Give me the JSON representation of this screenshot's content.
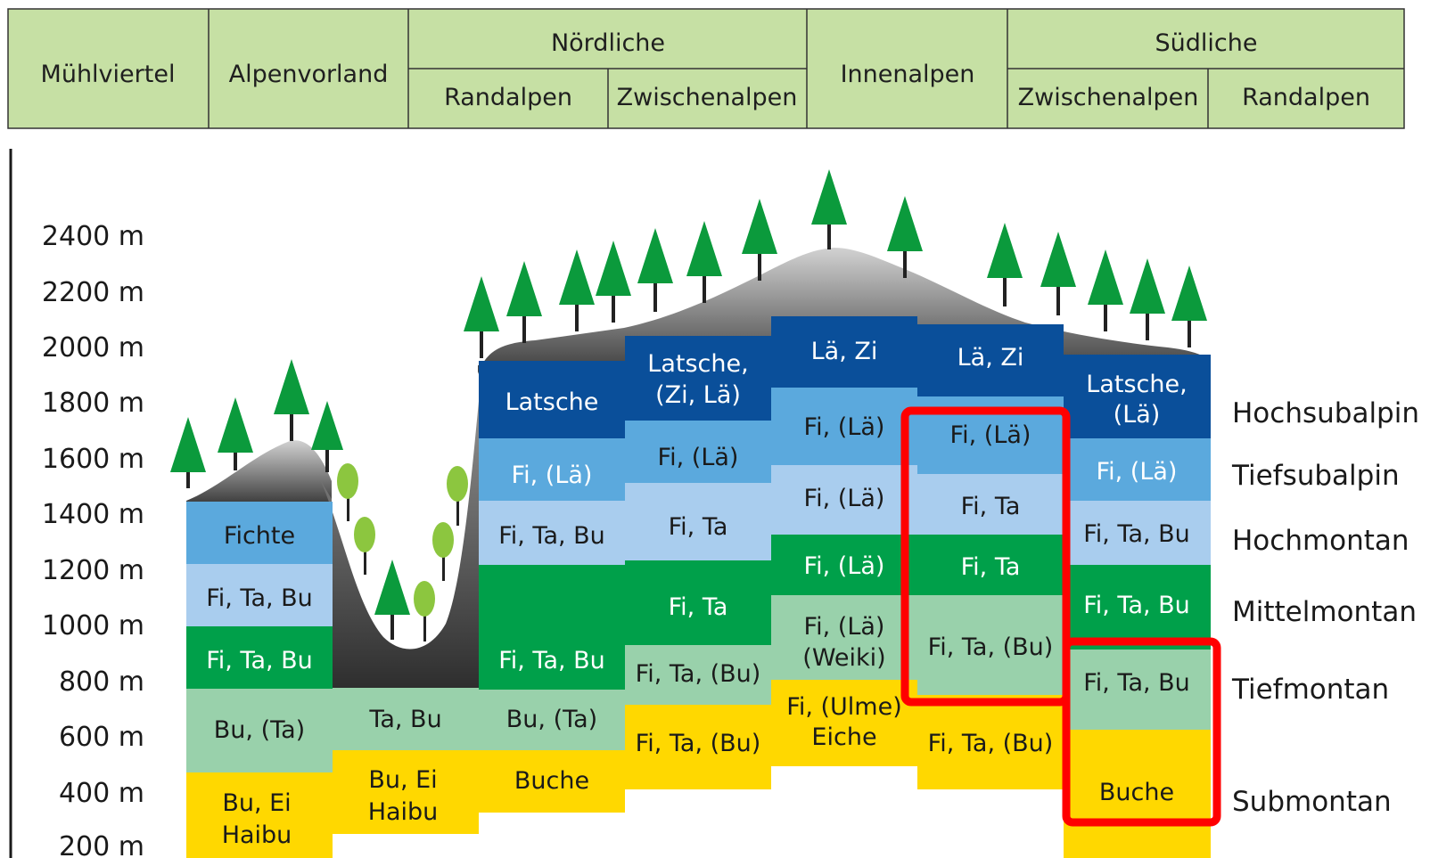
{
  "header": {
    "muehlviertel": "Mühlviertel",
    "alpenvorland": "Alpenvorland",
    "noerdliche": "Nördliche",
    "n_randalpen": "Randalpen",
    "n_zwischenalpen": "Zwischenalpen",
    "innenalpen": "Innenalpen",
    "suedliche": "Südliche",
    "s_zwischenalpen": "Zwischenalpen",
    "s_randalpen": "Randalpen"
  },
  "altitudes": [
    "2400 m",
    "2200 m",
    "2000 m",
    "1800 m",
    "1600 m",
    "1400 m",
    "1200 m",
    "1000 m",
    "800 m",
    "600 m",
    "400 m",
    "200 m"
  ],
  "zones": [
    "Hochsubalpin",
    "Tiefsubalpin",
    "Hochmontan",
    "Mittelmontan",
    "Tiefmontan",
    "Submontan"
  ],
  "columns": {
    "muehlviertel": {
      "fichte": "Fichte",
      "hochmontan": "Fi, Ta, Bu",
      "mittelmontan": "Fi, Ta, Bu",
      "tiefmontan": "Bu, (Ta)",
      "submontan": [
        "Bu, Ei",
        "Haibu"
      ]
    },
    "alpenvorland": {
      "tiefmontan": "Ta, Bu",
      "submontan": [
        "Bu, Ei",
        "Haibu"
      ]
    },
    "n_randalpen": {
      "hochsubalpin": "Latsche",
      "tiefsubalpin": "Fi, (Lä)",
      "hochmontan": "Fi, Ta, Bu",
      "mittelmontan": "Fi, Ta, Bu",
      "tiefmontan": "Bu, (Ta)",
      "submontan": "Buche"
    },
    "n_zwischenalpen": {
      "hochsubalpin": [
        "Latsche,",
        "(Zi, Lä)"
      ],
      "tiefsubalpin": "Fi, (Lä)",
      "hochmontan": "Fi, Ta",
      "mittelmontan": "Fi, Ta",
      "tiefmontan": "Fi, Ta, (Bu)",
      "submontan": "Fi, Ta, (Bu)"
    },
    "innenalpen": {
      "hochsubalpin": "Lä, Zi",
      "tiefsubalpin": "Fi, (Lä)",
      "hochmontan": "Fi, (Lä)",
      "mittelmontan": "Fi, (Lä)",
      "tiefmontan": [
        "Fi, (Lä)",
        "(Weiki)"
      ],
      "submontan": [
        "Fi, (Ulme)",
        "Eiche"
      ]
    },
    "s_zwischenalpen": {
      "hochsubalpin": "Lä, Zi",
      "tiefsubalpin": "Fi, (Lä)",
      "hochmontan": "Fi, Ta",
      "mittelmontan": "Fi, Ta",
      "tiefmontan": "Fi, Ta, (Bu)",
      "submontan": "Fi, Ta, (Bu)"
    },
    "s_randalpen": {
      "hochsubalpin": [
        "Latsche,",
        "(Lä)"
      ],
      "tiefsubalpin": "Fi, (Lä)",
      "hochmontan": "Fi, Ta, Bu",
      "mittelmontan": "Fi, Ta, Bu",
      "tiefmontan": "Fi, Ta, Bu",
      "submontan": "Buche"
    }
  },
  "colors": {
    "header_fill": "#c6e0a4",
    "hochsubalpin": "#0a4f9a",
    "tiefsubalpin": "#5ba9dd",
    "hochmontan": "#a9cdee",
    "mittelmontan": "#00a04a",
    "tiefmontan": "#99d1ab",
    "submontan": "#ffd800",
    "highlight": "#ff0000",
    "tree": "#0b9a3c",
    "deciduous": "#8cc63f"
  }
}
